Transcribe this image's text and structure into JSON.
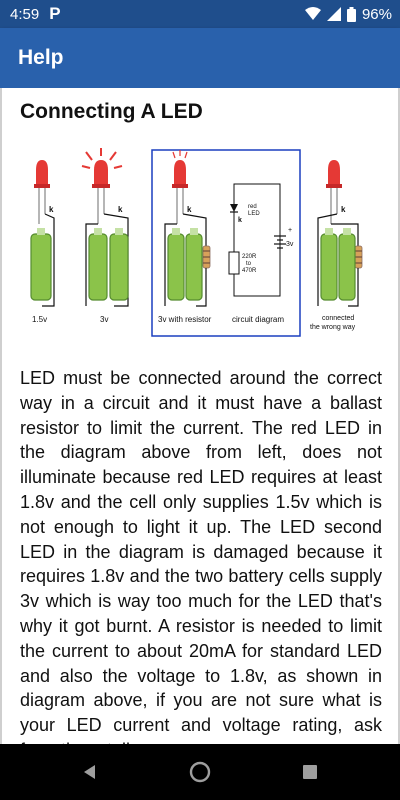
{
  "status_bar": {
    "time": "4:59",
    "app_notification": "P",
    "battery_percent": "96%",
    "icons": [
      "wifi-icon",
      "signal-icon",
      "battery-icon"
    ]
  },
  "app_bar": {
    "title": "Help"
  },
  "article": {
    "heading": "Connecting A LED",
    "diagram_labels": {
      "label_1": "1.5v",
      "label_2": "3v",
      "label_3": "3v with resistor",
      "label_4": "circuit diagram",
      "label_5_line1": "connected",
      "label_5_line2": "the wrong way",
      "k": "k",
      "red_led_1": "red",
      "red_led_2": "LED",
      "res_1": "220R",
      "res_2": "to",
      "res_3": "470R",
      "batt": "3v"
    },
    "body": "LED must be connected around the correct way in a circuit and it must have a ballast resistor to limit the current. The red LED in the diagram above from left, does not illuminate because red LED requires at least 1.8v and the cell only supplies 1.5v which is not enough to light it up. The LED second LED in the diagram is damaged because it requires 1.8v and the two battery cells supply 3v which is way too much for the LED that's why it got burnt. A resistor is needed to limit the current to about 20mA for standard LED and also the voltage to 1.8v, as shown in diagram above, if you are not sure what is your LED current and voltage rating, ask from the retailer."
  },
  "colors": {
    "status_bar": "#1F4E8C",
    "app_bar": "#2961AC",
    "battery_green": "#8BC34A",
    "led_red": "#E53935"
  }
}
